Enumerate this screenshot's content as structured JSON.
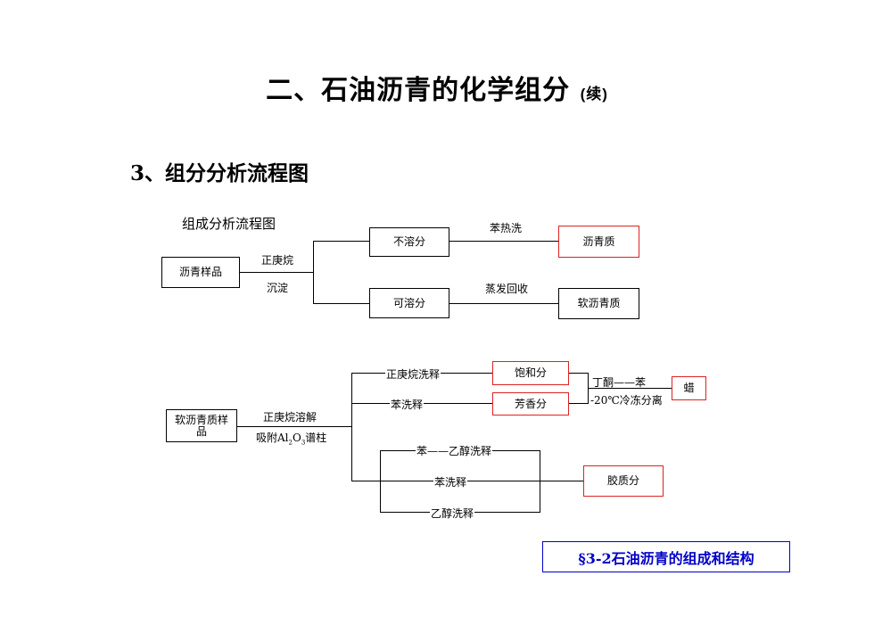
{
  "title": "二、石油沥青的化学组分",
  "title_suffix": "(续)",
  "subtitle": "3、组分分析流程图",
  "chart_title": "组成分析流程图",
  "flow1": {
    "start": "沥青样品",
    "reagent_top": "正庚烷",
    "reagent_bottom": "沉淀",
    "insoluble": "不溶分",
    "soluble": "可溶分",
    "wash_label": "苯热洗",
    "evap_label": "蒸发回收",
    "asphaltene": "沥青质",
    "maltene": "软沥青质"
  },
  "flow2": {
    "start": "软沥青质样品",
    "dissolve": "正庚烷溶解",
    "column": "吸附Al2O3谱柱",
    "column_pre": "吸附Al",
    "column_sub1": "2",
    "column_mid": "O",
    "column_sub2": "3",
    "column_post": "谱柱",
    "elute_heptane": "正庚烷洗释",
    "elute_benzene": "苯洗释",
    "saturates": "饱和分",
    "aromatics": "芳香分",
    "dewax_top": "丁酮——苯",
    "dewax_bottom": "-20℃冷冻分离",
    "wax": "蜡",
    "elute_benz_eth": "苯——乙醇洗释",
    "elute_benzene2": "苯洗释",
    "elute_ethanol": "乙醇洗释",
    "resins": "胶质分"
  },
  "footer": "§3-2石油沥青的组成和结构",
  "colors": {
    "highlight_border": "#dd2222",
    "footer_color": "#0000c8"
  }
}
